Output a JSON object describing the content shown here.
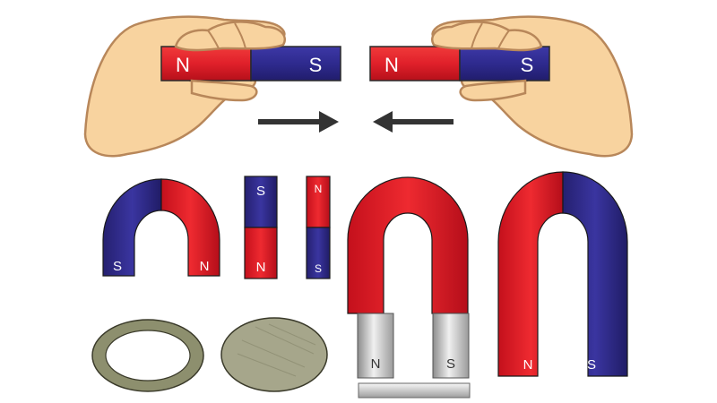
{
  "colors": {
    "red": "#e0202a",
    "blue": "#2e2a8e",
    "skin": "#f8d39f",
    "skin_outline": "#b8875a",
    "arrow": "#333333",
    "metal": "#c9c9c9",
    "disc": "#a6a68b",
    "ring": "#8d8f6e"
  },
  "top": {
    "left_magnet": {
      "left_pole": "N",
      "right_pole": "S"
    },
    "right_magnet": {
      "left_pole": "N",
      "right_pole": "S"
    },
    "left_arrow_icon": "arrow-right-icon",
    "right_arrow_icon": "arrow-left-icon"
  },
  "small_u_magnet": {
    "left_pole": "S",
    "right_pole": "N"
  },
  "bar_magnet_1": {
    "top_pole": "S",
    "bottom_pole": "N"
  },
  "bar_magnet_2": {
    "top_pole": "N",
    "bottom_pole": "S"
  },
  "big_u_magnet_metal": {
    "left_pole": "N",
    "right_pole": "S"
  },
  "big_u_magnet_2": {
    "left_pole": "N",
    "right_pole": "S"
  }
}
